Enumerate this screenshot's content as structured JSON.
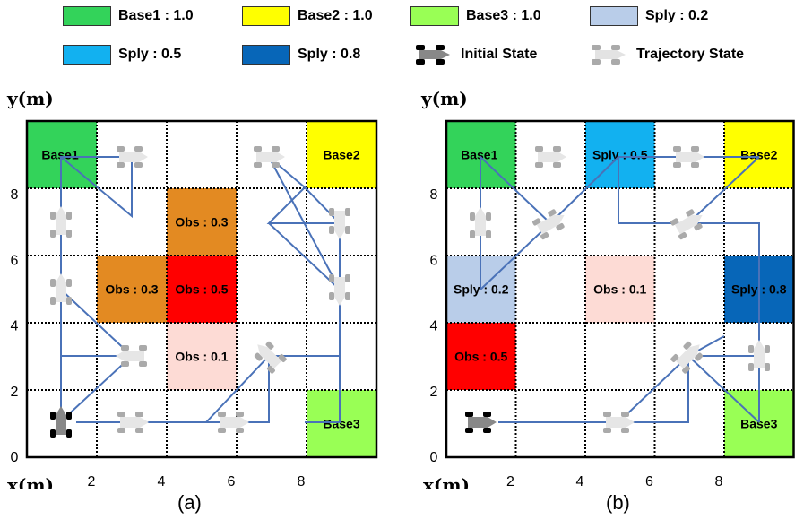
{
  "legend": {
    "items": [
      {
        "label": "Base1 : 1.0",
        "color": "#33d35a"
      },
      {
        "label": "Base2 : 1.0",
        "color": "#ffff00"
      },
      {
        "label": "Base3 : 1.0",
        "color": "#99ff55"
      },
      {
        "label": "Sply : 0.2",
        "color": "#b9cde9"
      },
      {
        "label": "Sply : 0.5",
        "color": "#12b1f0"
      },
      {
        "label": "Sply : 0.8",
        "color": "#0766b8"
      }
    ],
    "initial_state": "Initial State",
    "trajectory_state": "Trajectory State"
  },
  "axes": {
    "y_title": "y(m)",
    "x_title": "x(m)",
    "x_ticks": [
      "2",
      "4",
      "6",
      "8"
    ],
    "y_ticks": [
      "0",
      "2",
      "4",
      "6",
      "8"
    ]
  },
  "colors": {
    "path": "#4a72b8",
    "obs_03": "#e38a22",
    "obs_05": "#ff0000",
    "obs_01": "#fddbd5",
    "base1": "#33d35a",
    "base2": "#ffff00",
    "base3": "#99ff55",
    "sply_02": "#b9cde9",
    "sply_05": "#12b1f0",
    "sply_08": "#0766b8"
  },
  "panel_a": {
    "caption": "(a)",
    "cells": [
      {
        "col": 0,
        "row": 0,
        "type": "base1",
        "label": "Base1"
      },
      {
        "col": 4,
        "row": 0,
        "type": "base2",
        "label": "Base2"
      },
      {
        "col": 4,
        "row": 4,
        "type": "base3",
        "label": "Base3"
      },
      {
        "col": 2,
        "row": 1,
        "type": "obs_03",
        "label": "Obs : 0.3"
      },
      {
        "col": 1,
        "row": 2,
        "type": "obs_03",
        "label": "Obs : 0.3"
      },
      {
        "col": 2,
        "row": 2,
        "type": "obs_05",
        "label": "Obs : 0.5"
      },
      {
        "col": 2,
        "row": 3,
        "type": "obs_01",
        "label": "Obs : 0.1"
      }
    ]
  },
  "panel_b": {
    "caption": "(b)",
    "cells": [
      {
        "col": 0,
        "row": 0,
        "type": "base1",
        "label": "Base1"
      },
      {
        "col": 4,
        "row": 0,
        "type": "base2",
        "label": "Base2"
      },
      {
        "col": 4,
        "row": 4,
        "type": "base3",
        "label": "Base3"
      },
      {
        "col": 2,
        "row": 0,
        "type": "sply_05",
        "label": "Sply : 0.5"
      },
      {
        "col": 0,
        "row": 2,
        "type": "sply_02",
        "label": "Sply : 0.2"
      },
      {
        "col": 4,
        "row": 2,
        "type": "sply_08",
        "label": "Sply : 0.8"
      },
      {
        "col": 0,
        "row": 3,
        "type": "obs_05",
        "label": "Obs : 0.5"
      },
      {
        "col": 2,
        "row": 2,
        "type": "obs_01",
        "label": "Obs : 0.1"
      }
    ]
  }
}
